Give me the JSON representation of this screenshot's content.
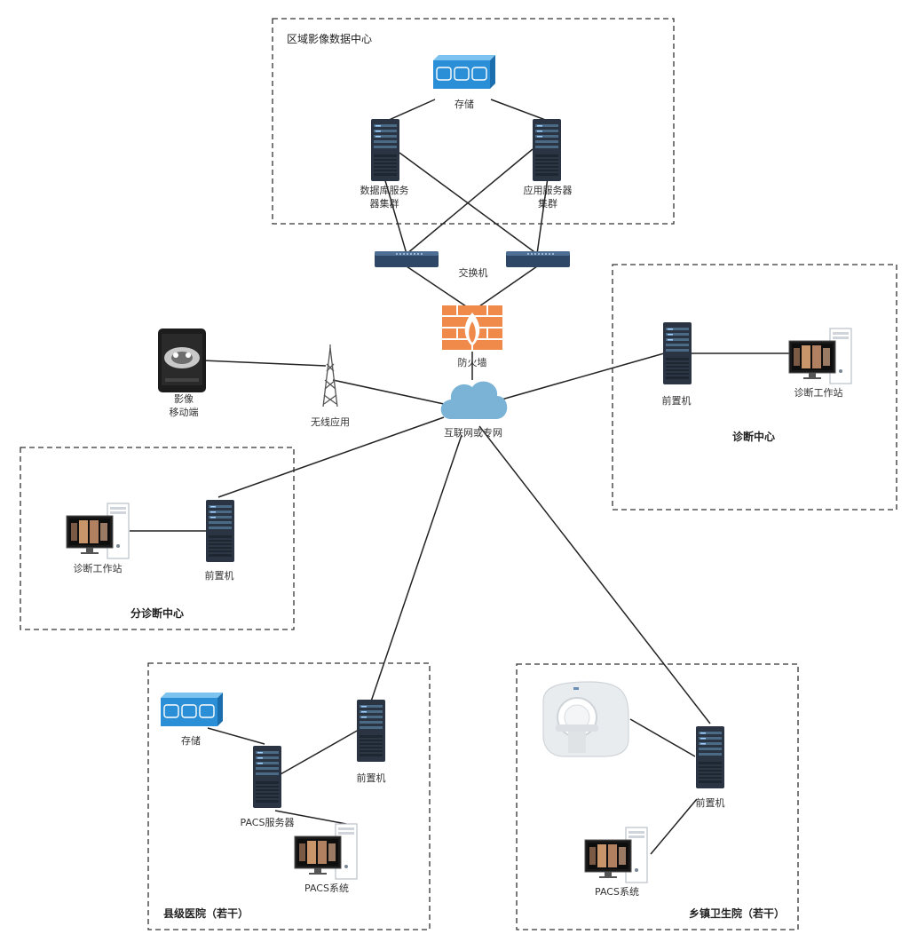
{
  "regions": {
    "data_center": "区域影像数据中心",
    "diagnosis_center": "诊断中心",
    "sub_diagnosis_center": "分诊断中心",
    "county_hospital": "县级医院（若干）",
    "township_clinic": "乡镇卫生院（若干）"
  },
  "nodes": {
    "dc_storage": "存储",
    "db_cluster_l1": "数据库服务",
    "db_cluster_l2": "器集群",
    "app_cluster_l1": "应用服务器",
    "app_cluster_l2": "集群",
    "switch": "交换机",
    "firewall": "防火墙",
    "internet": "互联网或专网",
    "wireless": "无线应用",
    "mobile_l1": "影像",
    "mobile_l2": "移动端",
    "dx_front": "前置机",
    "dx_workstation": "诊断工作站",
    "sub_workstation": "诊断工作站",
    "sub_front": "前置机",
    "county_storage": "存储",
    "county_pacs_server": "PACS服务器",
    "county_front": "前置机",
    "county_pacs": "PACS系统",
    "town_front": "前置机",
    "town_pacs": "PACS系统"
  },
  "icons": {
    "storage": "storage-array-icon",
    "server": "server-tower-icon",
    "switch": "network-switch-icon",
    "firewall": "firewall-icon",
    "cloud": "cloud-icon",
    "antenna": "antenna-tower-icon",
    "mobile": "mobile-tablet-icon",
    "workstation": "workstation-icon",
    "ct": "ct-scanner-icon"
  },
  "colors": {
    "storage_blue": "#2a8fd6",
    "server_dark": "#2a3442",
    "firewall_orange": "#f08a4b",
    "cloud_blue": "#7ab3d6"
  }
}
